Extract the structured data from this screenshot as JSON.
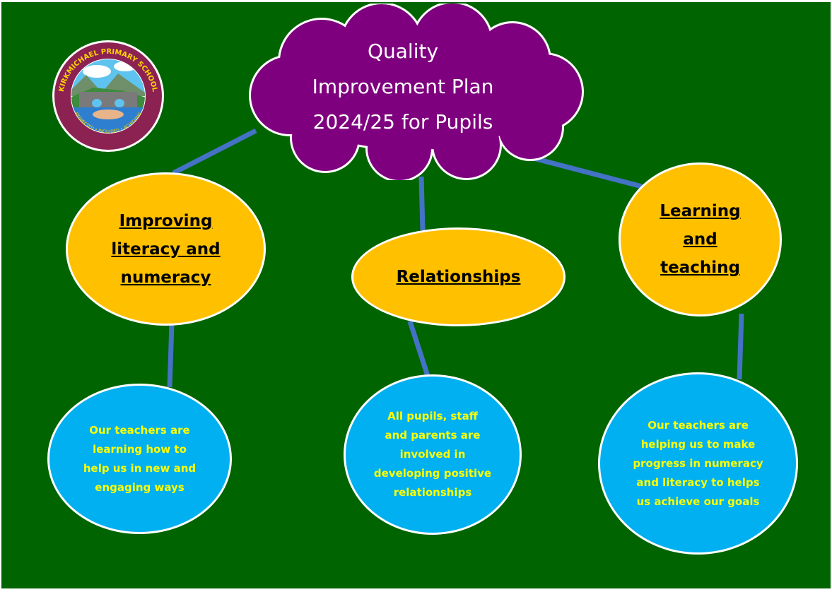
{
  "title": "Quality\nImprovement Plan\n2024/25 for Pupils",
  "logo": {
    "school_name": "KIRKMICHAEL PRIMARY SCHOOL",
    "motto": "RESPECTED • INCLUDED • ACHIEVING"
  },
  "colors": {
    "background": "#006400",
    "cloud": "#7f007f",
    "theme": "#ffc000",
    "detail": "#00b0f0",
    "connector": "#4472c4",
    "detail_text": "#ffff00"
  },
  "themes": [
    {
      "label": "Improving\nliteracy and\nnumeracy",
      "detail": "Our teachers are\nlearning how to\nhelp us in new and\nengaging ways"
    },
    {
      "label": "Relationships",
      "detail": "All pupils, staff\nand parents are\ninvolved in\ndeveloping positive\nrelationships"
    },
    {
      "label": "Learning\nand\nteaching",
      "detail": "Our teachers are\nhelping us to make\nprogress in numeracy\nand literacy to helps\nus achieve our goals"
    }
  ]
}
